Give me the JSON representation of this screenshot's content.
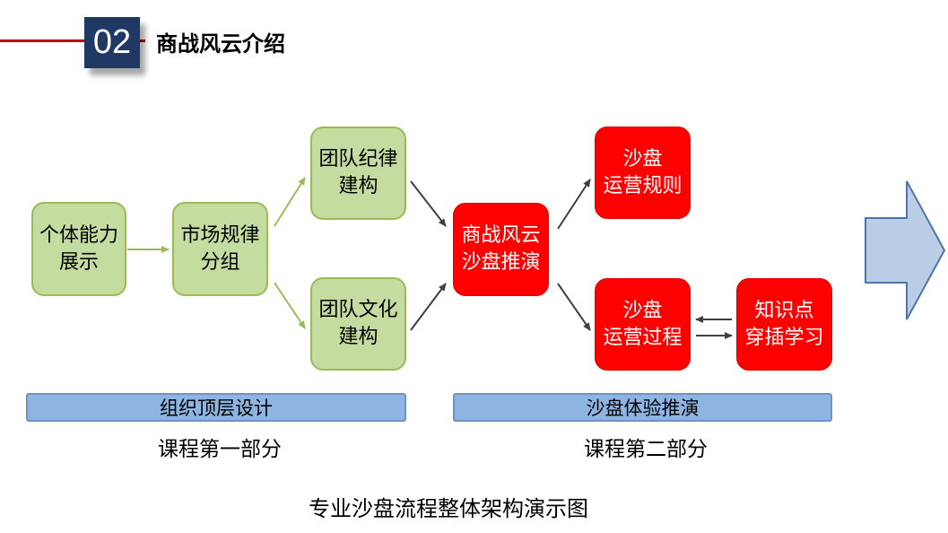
{
  "header": {
    "number": "02",
    "title": "商战风云介绍"
  },
  "nodes": {
    "individual": "个体能力\n展示",
    "market": "市场规律\n分组",
    "discipline": "团队纪律\n建构",
    "culture": "团队文化\n建构",
    "sandbox": "商战风云\n沙盘推演",
    "rules": "沙盘\n运营规则",
    "process": "沙盘\n运营过程",
    "knowledge": "知识点\n穿插学习"
  },
  "bars": {
    "left": "组织顶层设计",
    "right": "沙盘体验推演"
  },
  "captions": {
    "part1": "课程第一部分",
    "part2": "课程第二部分",
    "main": "专业沙盘流程整体架构演示图"
  },
  "colors": {
    "green_fill": "#c4dca0",
    "green_border": "#9bbb59",
    "red_fill": "#ff0000",
    "bar_fill": "#8eb4e3",
    "badge": "#1f3864",
    "big_arrow": "#b9cde6"
  }
}
